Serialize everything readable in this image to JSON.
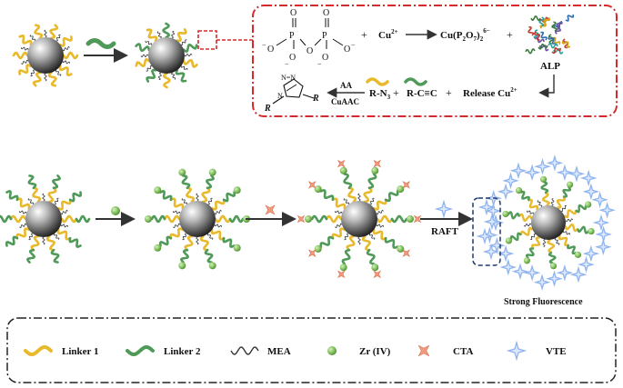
{
  "colors": {
    "linker1": "#e8b92a",
    "linker2": "#4f9a58",
    "mea": "#333333",
    "zr": "#7fbf5a",
    "cta": "#f09a80",
    "vte": "#8fb4ee",
    "box_red": "#d62a2a",
    "box_dark": "#222222"
  },
  "reaction": {
    "plus1": "+",
    "cu_ion": "Cu",
    "cu_ion_sup": "2+",
    "complex": "Cu(P",
    "complex_sub1": "2",
    "complex_mid": "O",
    "complex_sub2": "7",
    "complex_close": ")",
    "complex_sub3": "2",
    "complex_sup": "6−",
    "plus2": "+",
    "enzyme": "ALP",
    "azide": "R-N",
    "azide_sub": "3",
    "plus3": "+",
    "alkyne": "R-C≡C",
    "plus4": "+",
    "release": "Release Cu",
    "release_sup": "2+",
    "arrow_top": "AA",
    "arrow_bottom": "CuAAC",
    "ring_n1": "N",
    "ring_n2": "N=N",
    "ring_r1": "R",
    "ring_r2": "R",
    "pp": {
      "o_top1": "O",
      "o_top2": "O",
      "o_left": "O",
      "o_mid": "O",
      "o_right": "O",
      "o_bot1": "O",
      "o_bot2": "O",
      "p1": "P",
      "p2": "P",
      "minus": "−"
    }
  },
  "process": {
    "raft_label": "RAFT",
    "result_label": "Strong Fluorescence"
  },
  "legend": {
    "items": [
      {
        "icon": "linker1-icon",
        "label": "Linker 1"
      },
      {
        "icon": "linker2-icon",
        "label": "Linker 2"
      },
      {
        "icon": "mea-icon",
        "label": "MEA"
      },
      {
        "icon": "zr-icon",
        "label": "Zr (IV)"
      },
      {
        "icon": "cta-icon",
        "label": "CTA"
      },
      {
        "icon": "vte-icon",
        "label": "VTE"
      }
    ]
  }
}
